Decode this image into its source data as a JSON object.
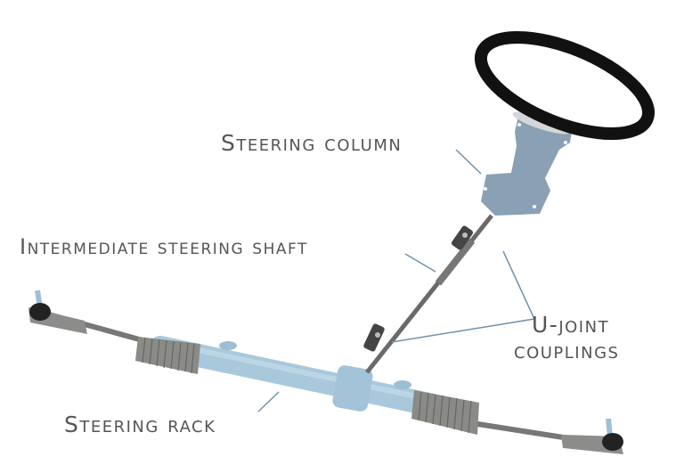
{
  "labels": {
    "steering_column": "Steering column",
    "intermediate_shaft": "Intermediate steering shaft",
    "ujoint_line1": "U-joint",
    "ujoint_line2": "couplings",
    "steering_rack": "Steering rack"
  },
  "colors": {
    "label_text": "#555555",
    "leader_line": "#6f92ad",
    "column_plate": "#8aa0b4",
    "rack_tube": "#a9c8dc",
    "boot": "#8a8a86",
    "wheel": "#111111"
  }
}
